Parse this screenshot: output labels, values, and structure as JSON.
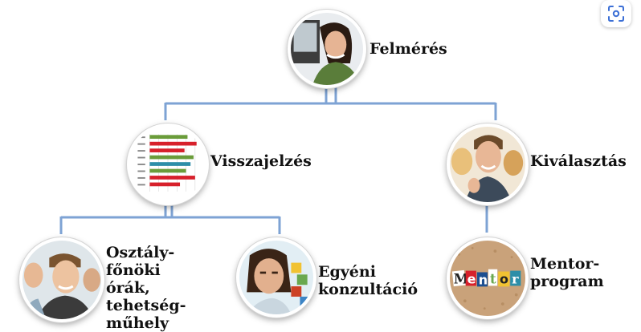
{
  "nodes": {
    "root": {
      "label": "Felmérés"
    },
    "feedback": {
      "label": "Visszajelzés"
    },
    "selection": {
      "label": "Kiválasztás"
    },
    "class_hours": {
      "label": "Osztály-\nfőnöki órák,\ntehetség-\nműhely"
    },
    "consult": {
      "label": "Egyéni\nkonzultáció"
    },
    "mentor": {
      "label": "Mentor-\nprogram",
      "image_text": "Mentor"
    }
  },
  "colors": {
    "connector": "#7ea3d4",
    "chart_red": "#d7202b",
    "chart_green": "#6a9c3a",
    "chart_teal": "#2d8ea8"
  },
  "icons": {
    "lens_button": "visual-search-icon"
  }
}
